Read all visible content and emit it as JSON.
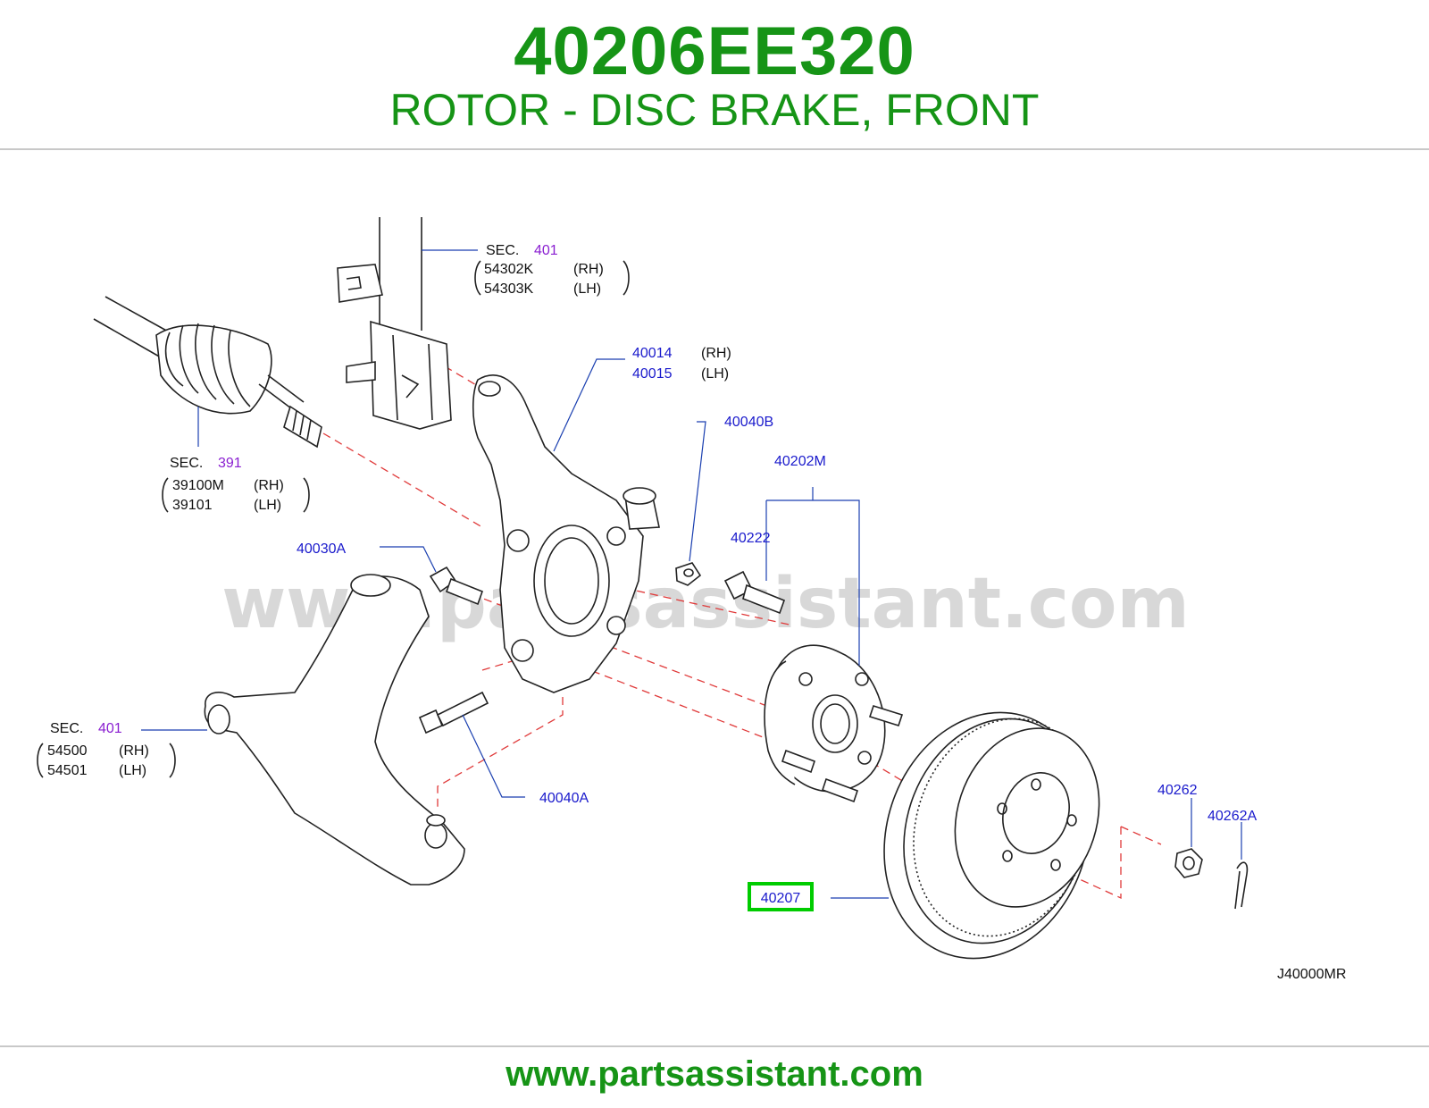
{
  "header": {
    "part_number": "40206EE320",
    "description": "ROTOR - DISC BRAKE, FRONT"
  },
  "watermark": "www.partsassistant.com",
  "footer": {
    "url": "www.partsassistant.com"
  },
  "diagram": {
    "code": "J40000MR",
    "callouts": {
      "strut": {
        "sec": "SEC.",
        "sec_num": "401",
        "p1": "54302K",
        "p1_side": "(RH)",
        "p2": "54303K",
        "p2_side": "(LH)"
      },
      "driveshaft": {
        "sec": "SEC.",
        "sec_num": "391",
        "p1": "39100M",
        "p1_side": "(RH)",
        "p2": "39101",
        "p2_side": "(LH)"
      },
      "lower_arm": {
        "sec": "SEC.",
        "sec_num": "401",
        "p1": "54500",
        "p1_side": "(RH)",
        "p2": "54501",
        "p2_side": "(LH)"
      },
      "knuckle": {
        "p1": "40014",
        "p1_side": "(RH)",
        "p2": "40015",
        "p2_side": "(LH)"
      },
      "nut_b": "40040B",
      "hub_assy": "40202M",
      "hub_bolt": "40222",
      "bolt_a": "40030A",
      "bolt_40040a": "40040A",
      "nut": "40262",
      "cotter_pin": "40262A",
      "rotor": "40207"
    },
    "highlight_color": "#00cc00",
    "label_color": "#1a1acc",
    "section_color": "#8a1fd1"
  }
}
